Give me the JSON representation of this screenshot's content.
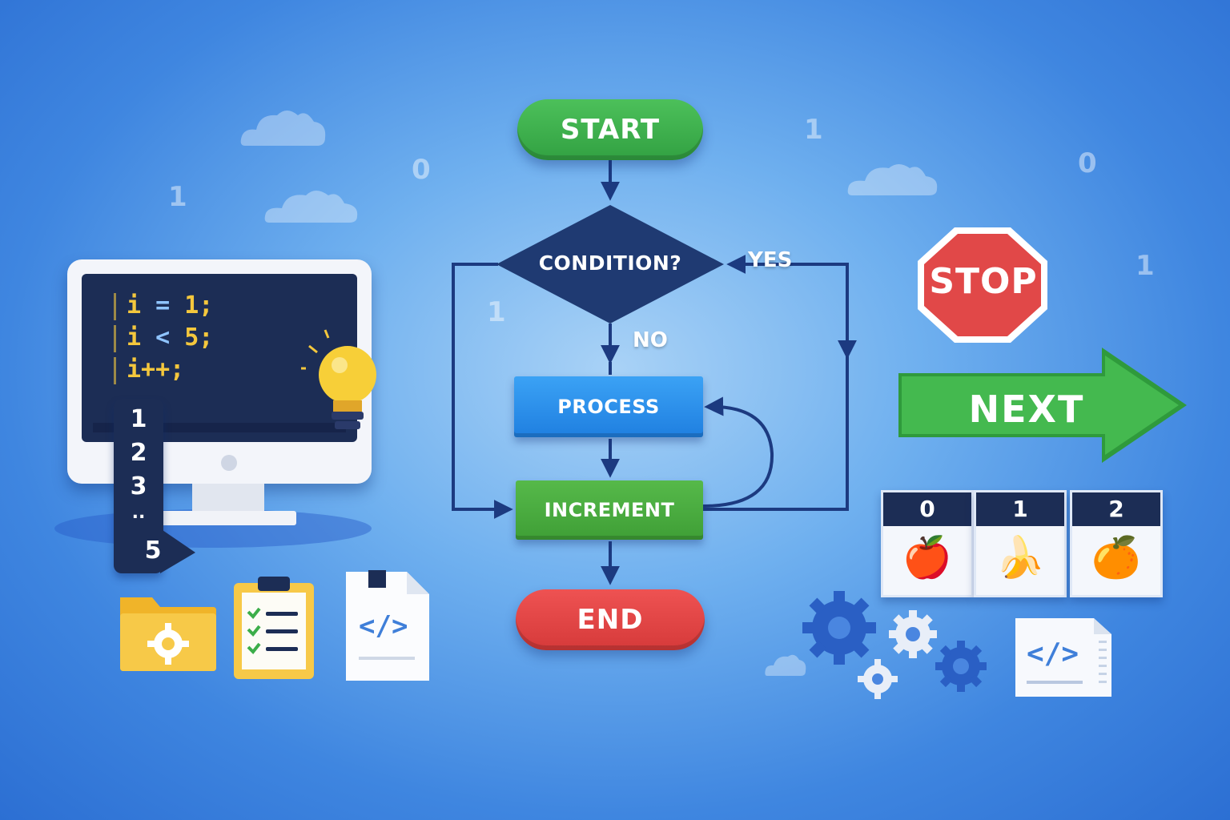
{
  "flowchart": {
    "start": "START",
    "condition": "CONDITION?",
    "yes": "YES",
    "no": "NO",
    "process": "PROCESS",
    "increment": "INCREMENT",
    "end": "END"
  },
  "code": {
    "line1": {
      "var": "i",
      "op": "=",
      "val": "1;"
    },
    "line2": {
      "var": "i",
      "op": "<",
      "val": "5;"
    },
    "line3": {
      "var": "i++;"
    }
  },
  "sequence": [
    "1",
    "2",
    "3",
    "..",
    "5"
  ],
  "signs": {
    "stop": "STOP",
    "next": "NEXT"
  },
  "array_cards": [
    {
      "index": "0",
      "item": "🍎"
    },
    {
      "index": "1",
      "item": "🍌"
    },
    {
      "index": "2",
      "item": "🍊"
    }
  ],
  "code_tag": "</>",
  "binary_digits": [
    "1",
    "0",
    "1",
    "0",
    "1",
    "1"
  ],
  "colors": {
    "green": "#3cae4a",
    "navy": "#1c2d55",
    "blue": "#2a8cec",
    "red": "#e04545",
    "yellow": "#f4c73d"
  }
}
